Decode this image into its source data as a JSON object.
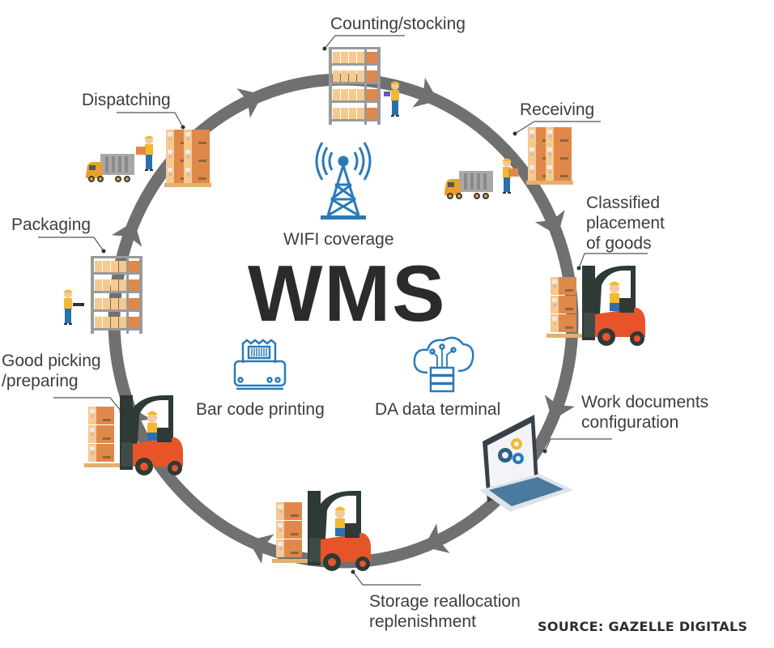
{
  "diagram": {
    "title": "WMS",
    "source": "SOURCE: GAZELLE DIGITALS",
    "colors": {
      "ring": "#6e6e6e",
      "icon_blue": "#2a7ab8",
      "box_light": "#f7c98e",
      "box_dark": "#e0884a",
      "forklift_orange": "#e8542a",
      "forklift_dark": "#2e3a36",
      "worker_yellow": "#f2b92e",
      "worker_blue": "#2a6fb0",
      "rack_gray": "#a0a0a0"
    },
    "center_features": [
      {
        "label": "WIFI coverage",
        "icon": "radio-tower-icon"
      },
      {
        "label": "Bar code printing",
        "icon": "barcode-printer-icon"
      },
      {
        "label": "DA data terminal",
        "icon": "cloud-server-icon"
      }
    ],
    "cycle_steps": [
      {
        "label": "Counting/stocking",
        "illustration": "shelf-rack-worker-clipboard"
      },
      {
        "label": "Receiving",
        "illustration": "truck-worker-pallet"
      },
      {
        "label": "Classified placement of goods",
        "lines": [
          "Classified",
          "placement",
          "of goods"
        ],
        "illustration": "forklift"
      },
      {
        "label": "Work documents configuration",
        "lines": [
          "Work documents",
          "configuration"
        ],
        "illustration": "laptop-gears"
      },
      {
        "label": "Storage reallocation replenishment",
        "lines": [
          "Storage reallocation",
          "replenishment"
        ],
        "illustration": "forklift"
      },
      {
        "label": "Good picking /preparing",
        "lines": [
          "Good picking",
          "/preparing"
        ],
        "illustration": "forklift"
      },
      {
        "label": "Packaging",
        "illustration": "shelf-rack-worker-scanner"
      },
      {
        "label": "Dispatching",
        "illustration": "truck-worker-pallet"
      }
    ],
    "flow_direction": "clockwise"
  }
}
